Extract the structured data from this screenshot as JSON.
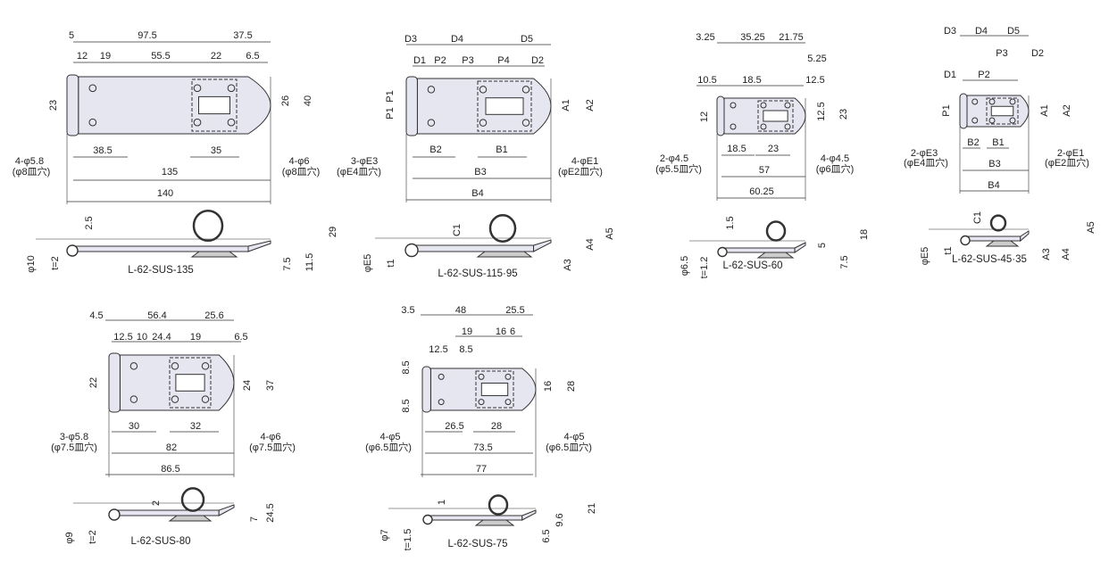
{
  "drawings": [
    {
      "model": "L-62-SUS-135",
      "labels": [
        "5",
        "97.5",
        "37.5",
        "12",
        "19",
        "55.5",
        "22",
        "6.5",
        "23",
        "26",
        "40",
        "38.5",
        "35",
        "4-φ5.8",
        "(φ8皿穴)",
        "4-φ6",
        "(φ8皿穴)",
        "135",
        "140",
        "2.5",
        "29",
        "φ10",
        "t=2",
        "7.5",
        "11.5"
      ]
    },
    {
      "model": "L-62-SUS-115·95",
      "labels": [
        "D3",
        "D4",
        "D5",
        "D1",
        "P2",
        "P3",
        "P4",
        "D2",
        "P1",
        "P1",
        "A1",
        "A2",
        "B2",
        "B1",
        "3-φE3",
        "(φE4皿穴)",
        "4-φE1",
        "(φE2皿穴)",
        "B3",
        "B4",
        "C1",
        "A5",
        "φE5",
        "t1",
        "A4",
        "A3"
      ]
    },
    {
      "model": "L-62-SUS-60",
      "labels": [
        "3.25",
        "35.25",
        "21.75",
        "5.25",
        "10.5",
        "18.5",
        "12.5",
        "12",
        "12.5",
        "23",
        "18.5",
        "23",
        "2-φ4.5",
        "(φ5.5皿穴)",
        "4-φ4.5",
        "(φ6皿穴)",
        "57",
        "60.25",
        "1.5",
        "18",
        "5",
        "φ6.5",
        "t=1.2",
        "7.5"
      ]
    },
    {
      "model": "L-62-SUS-45·35",
      "labels": [
        "D3",
        "D4",
        "D5",
        "P3",
        "D2",
        "D1",
        "P2",
        "P1",
        "A1",
        "A2",
        "B2",
        "B1",
        "2-φE3",
        "(φE4皿穴)",
        "2-φE1",
        "(φE2皿穴)",
        "B3",
        "B4",
        "C1",
        "A5",
        "φE5",
        "t1",
        "A3",
        "A4"
      ]
    },
    {
      "model": "L-62-SUS-80",
      "labels": [
        "4.5",
        "56.4",
        "25.6",
        "12.5",
        "10",
        "24.4",
        "19",
        "6.5",
        "22",
        "24",
        "37",
        "30",
        "32",
        "3-φ5.8",
        "(φ7.5皿穴)",
        "4-φ6",
        "(φ7.5皿穴)",
        "82",
        "86.5",
        "2",
        "24.5",
        "φ9",
        "t=2",
        "7"
      ]
    },
    {
      "model": "L-62-SUS-75",
      "labels": [
        "3.5",
        "48",
        "25.5",
        "19",
        "16",
        "6",
        "12.5",
        "8.5",
        "8.5",
        "8.5",
        "16",
        "28",
        "26.5",
        "28",
        "4-φ5",
        "(φ6.5皿穴)",
        "4-φ5",
        "(φ6.5皿穴)",
        "73.5",
        "77",
        "1",
        "21",
        "9.6",
        "φ7",
        "t=1.5",
        "6.5"
      ]
    }
  ],
  "colors": {
    "plate_fill": "#e6e6f0",
    "line": "#333333"
  }
}
